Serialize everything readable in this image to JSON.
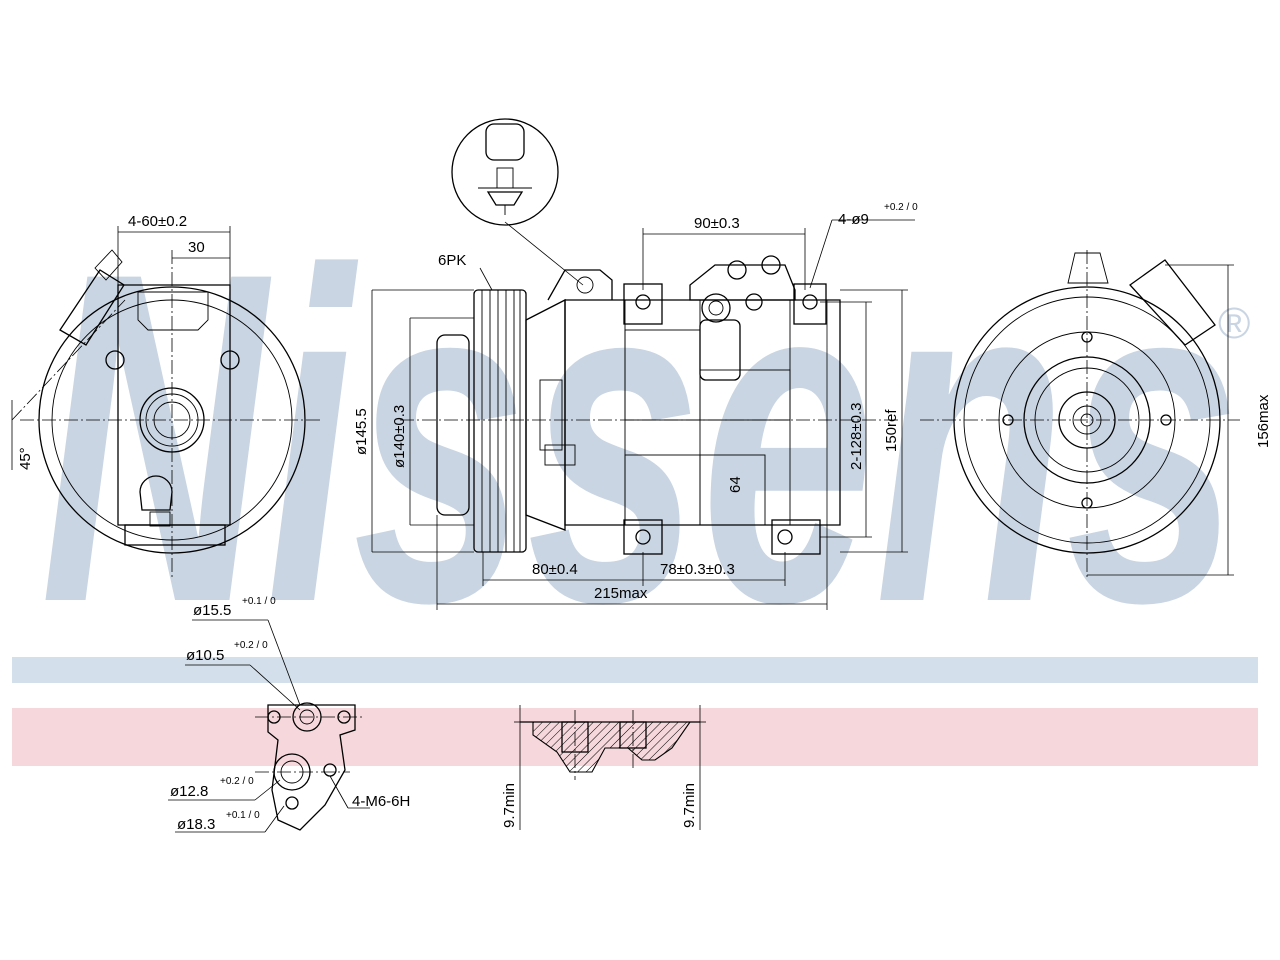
{
  "watermark": {
    "brand": "Nissens",
    "registered": "®",
    "color": "#c9d5e3"
  },
  "bands": {
    "top_color": "#d3dfea",
    "bottom_color": "#f6d8dc"
  },
  "labels": {
    "hole_spacing": "4-60±0.2",
    "dim_30": "30",
    "angle": "45°",
    "belt": "6PK",
    "top_span": "90±0.3",
    "mount_holes": "4-ø9",
    "mount_holes_tol": "+0.2 / 0",
    "pulley_dia": "ø145.5",
    "body_dia": "ø140±0.3",
    "dim_64": "64",
    "hole_pitch": "2-128±0.3",
    "ref_height": "150ref",
    "pulley_offset": "80±0.4",
    "hole_offset": "78±0.3±0.3",
    "overall_length": "215max",
    "max_height": "156max",
    "port_d1": "ø15.5",
    "port_d1_tol": "+0.1 / 0",
    "port_d2": "ø10.5",
    "port_d2_tol": "+0.2 / 0",
    "port_d3": "ø12.8",
    "port_d3_tol": "+0.2 / 0",
    "port_d4": "ø18.3",
    "port_d4_tol": "+0.1 / 0",
    "thread": "4-M6-6H",
    "min_depth_left": "9.7min",
    "min_depth_right": "9.7min"
  }
}
